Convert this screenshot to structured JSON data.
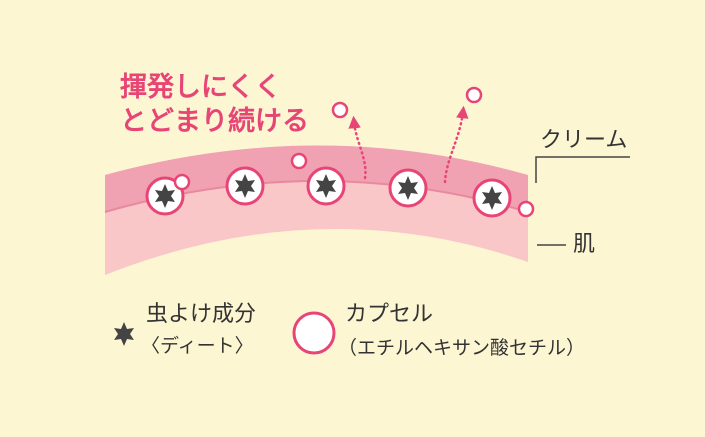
{
  "headline": {
    "line1": "揮発しにくく",
    "line2": "とどまり続ける"
  },
  "labels": {
    "cream": "クリーム",
    "skin": "肌"
  },
  "legend": {
    "repellent": {
      "title": "虫よけ成分",
      "sub": "〈ディート〉"
    },
    "capsule": {
      "title": "カプセル",
      "sub": "（エチルヘキサン酸セチル）"
    }
  },
  "colors": {
    "background": "#fdf6d3",
    "cream": "#f0a2b2",
    "cream_edge": "#e8899f",
    "skin": "#f9c7c8",
    "accent": "#e84577",
    "text": "#333333"
  },
  "icons": {
    "repellent": "six-point-star-icon",
    "capsule": "circle-icon"
  }
}
